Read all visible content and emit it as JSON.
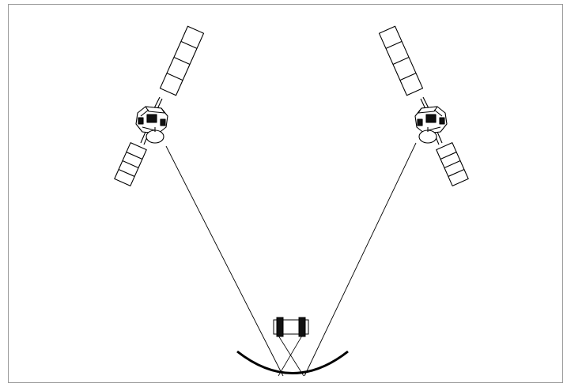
{
  "diagram": {
    "elements": [
      "satellite",
      "satellite",
      "signal-path",
      "signal-path",
      "receiver-dish",
      "receiver-feed"
    ],
    "colors": {
      "line": "#000000",
      "fill": "#ffffff",
      "frame": "#9a9a9a",
      "panel_dark": "#111111"
    }
  }
}
